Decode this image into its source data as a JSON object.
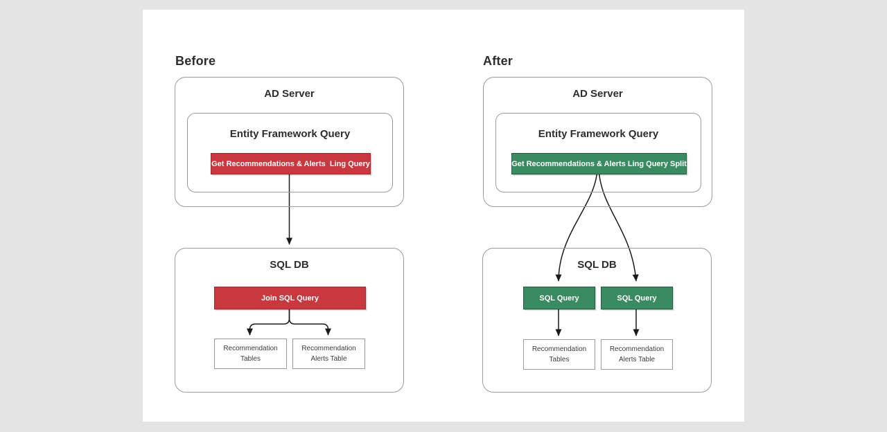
{
  "colors": {
    "page_bg": "#E4E4E4",
    "canvas_bg": "#FFFFFF",
    "red_fill": "#C9383F",
    "red_border": "#9C2C33",
    "green_fill": "#3B8B62",
    "green_border": "#245C40",
    "box_border": "#9C9C9C",
    "text_dark": "#2D2D2D",
    "arrow": "#1A1A1A"
  },
  "before": {
    "title": "Before",
    "ad_server_label": "AD Server",
    "ef_query_label": "Entity Framework Query",
    "linq_button": "Get Recommendations & Alerts  Ling Query",
    "sql_db_label": "SQL DB",
    "join_button": "Join SQL Query",
    "table_left_line1": "Recommendation",
    "table_left_line2": "Tables",
    "table_right_line1": "Recommendation",
    "table_right_line2": "Alerts Table"
  },
  "after": {
    "title": "After",
    "ad_server_label": "AD Server",
    "ef_query_label": "Entity Framework Query",
    "linq_button": "Get Recommendations & Alerts Ling Query Split",
    "sql_db_label": "SQL DB",
    "sql_query_left": "SQL Query",
    "sql_query_right": "SQL Query",
    "table_left_line1": "Recommendation",
    "table_left_line2": "Tables",
    "table_right_line1": "Recommendation",
    "table_right_line2": "Alerts Table"
  }
}
